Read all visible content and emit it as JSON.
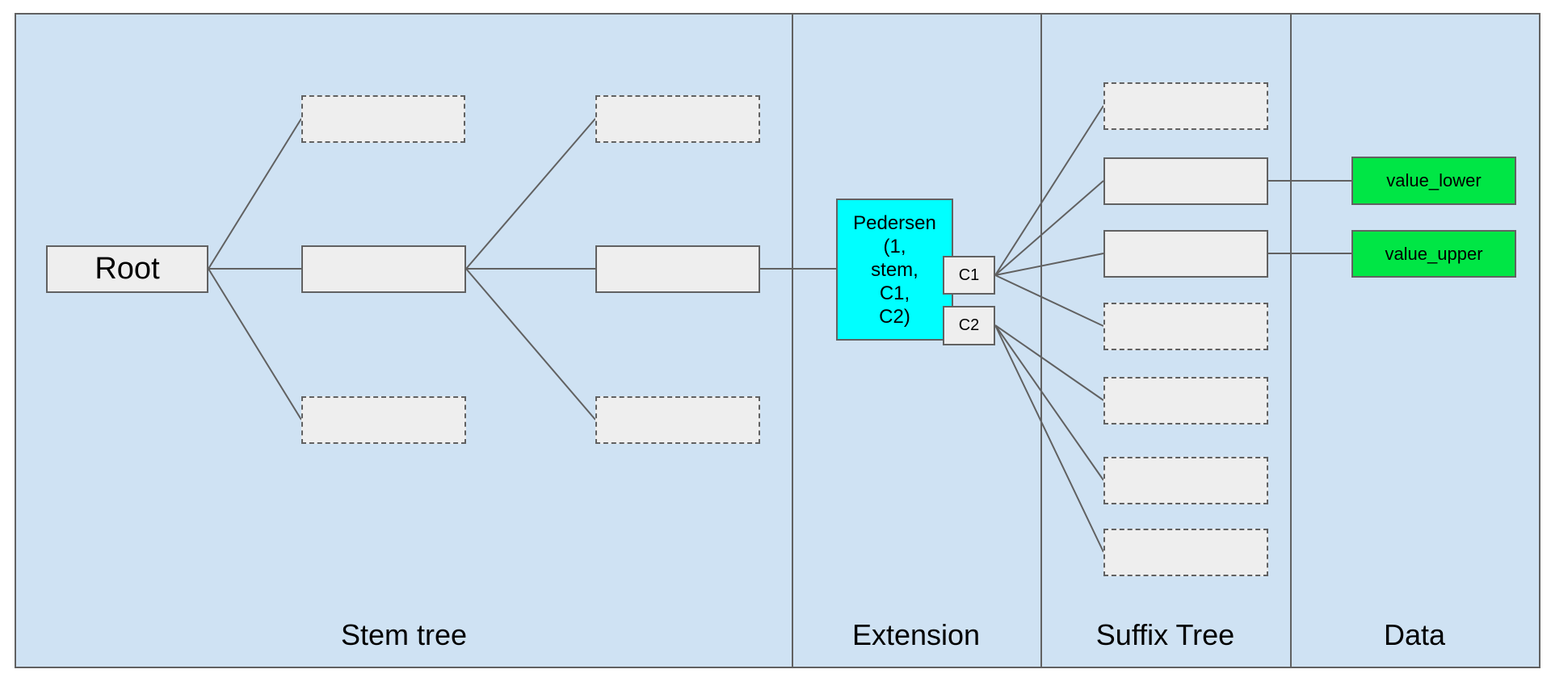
{
  "diagram": {
    "sections": [
      {
        "label": "Stem tree"
      },
      {
        "label": "Extension"
      },
      {
        "label": "Suffix Tree"
      },
      {
        "label": "Data"
      }
    ],
    "nodes": {
      "root": {
        "label": "Root"
      },
      "pedersen": {
        "label": "Pedersen\n(1,\nstem,\nC1,\nC2)"
      },
      "c1": {
        "label": "C1"
      },
      "c2": {
        "label": "C2"
      },
      "value_lower": {
        "label": "value_lower"
      },
      "value_upper": {
        "label": "value_upper"
      }
    },
    "placeholder_counts": {
      "stem_dashed_nodes": 4,
      "stem_solid_nodes": 2,
      "suffix_dashed_nodes": 5,
      "suffix_solid_nodes": 2
    },
    "colors": {
      "background": "#cfe2f3",
      "node_fill": "#eeeeee",
      "node_border": "#616161",
      "connector_line": "#616161",
      "extension_highlight": "#00ffff",
      "data_highlight": "#00e645",
      "text": "#000000",
      "page_background": "#ffffff"
    }
  }
}
